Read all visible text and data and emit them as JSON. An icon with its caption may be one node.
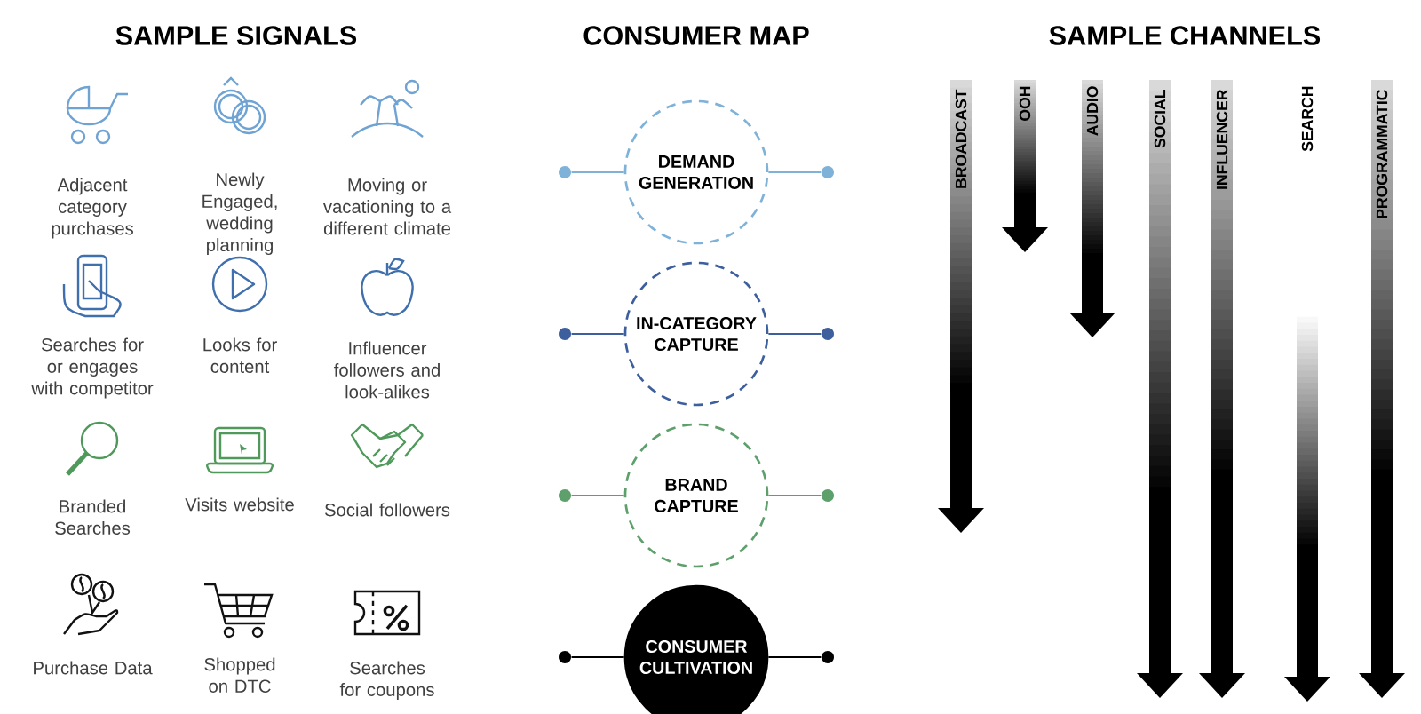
{
  "diagram": {
    "nodes": [
      {
        "text": [],
        "shape": "circle"
      },
      {
        "text": [
          "DEMAND GENERATION"
        ]
      },
      {
        "text": [],
        "shape": "circle"
      },
      {
        "text": [],
        "shape": "circle"
      },
      {
        "text": [
          "IN-CATEGORY CAPTURE"
        ]
      },
      {
        "text": [],
        "shape": "circle"
      },
      {
        "text": [],
        "shape": "circle"
      },
      {
        "text": [
          "BRAND CAPTURE"
        ]
      },
      {
        "text": [],
        "shape": "circle"
      },
      {
        "text": [],
        "shape": "circle"
      },
      {
        "text": [
          "CONSUMER CULTIVATION"
        ]
      },
      {
        "text": [],
        "shape": "circle"
      }
    ],
    "edges": [
      {
        "from": 0,
        "to": 1,
        "arrow": "none",
        "color": "#7fb2d9"
      },
      {
        "from": 1,
        "to": 2,
        "arrow": "none",
        "color": "#7fb2d9"
      },
      {
        "from": 3,
        "to": 4,
        "arrow": "none",
        "color": "#3d5f9e"
      },
      {
        "from": 4,
        "to": 5,
        "arrow": "none",
        "color": "#3d5f9e"
      },
      {
        "from": 6,
        "to": 7,
        "arrow": "none",
        "color": "#5ea06b"
      },
      {
        "from": 7,
        "to": 8,
        "arrow": "none",
        "color": "#5ea06b"
      },
      {
        "from": 9,
        "to": 10,
        "arrow": "none",
        "color": "#000000"
      },
      {
        "from": 10,
        "to": 11,
        "arrow": "none",
        "color": "#000000"
      }
    ],
    "labels": [
      "SAMPLE SIGNALS",
      "CONSUMER MAP",
      "SAMPLE CHANNELS",
      "Adjacent category purchases",
      "Newly Engaged, wedding planning",
      "Moving or vacationing to a different climate",
      "Searches for or engages with competitor",
      "Looks for content",
      "Influencer followers and look-alikes",
      "Branded Searches",
      "Visits website",
      "Social followers",
      "Purchase Data",
      "Shopped on DTC",
      "Searches for coupons",
      "BROADCAST",
      "OOH",
      "AUDIO",
      "SOCIAL",
      "INFLUENCER",
      "SEARCH",
      "PROGRAMMATIC"
    ]
  }
}
